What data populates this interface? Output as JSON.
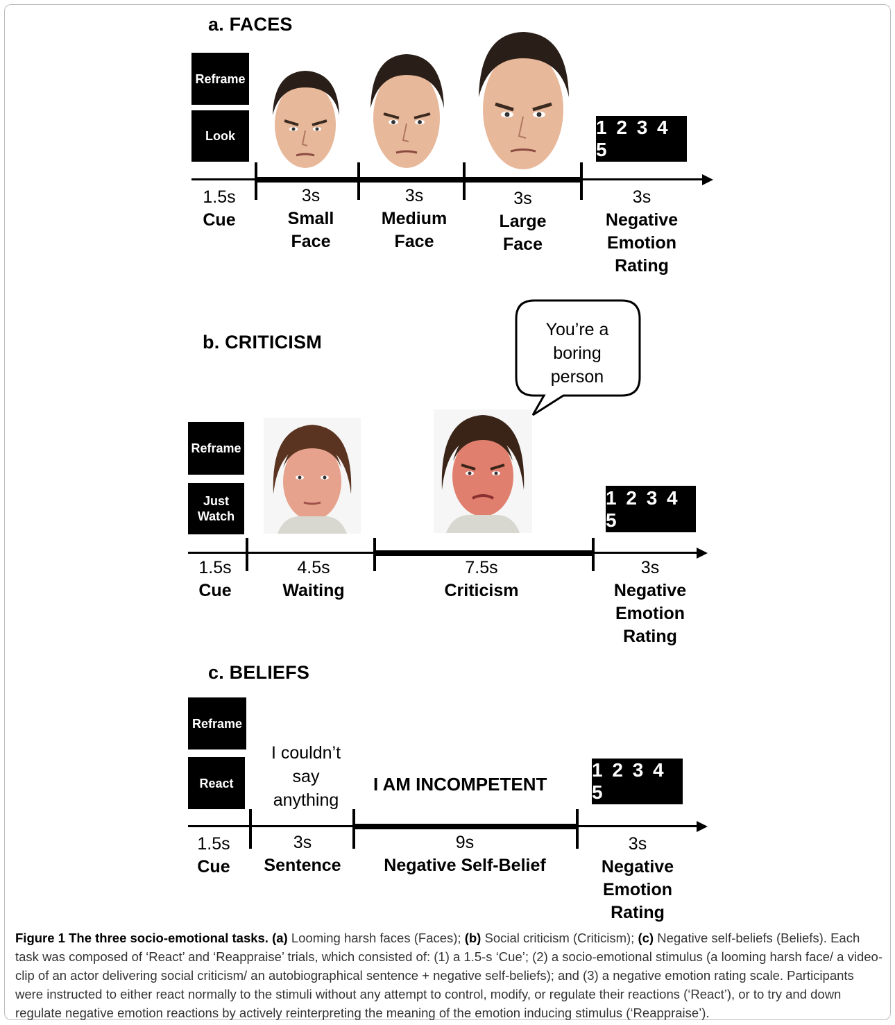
{
  "panels": {
    "a": {
      "title": "a. FACES",
      "cues": [
        "Reframe",
        "Look"
      ],
      "rating": "1 2 3 4 5",
      "segments": [
        {
          "duration": "1.5s",
          "name": "Cue"
        },
        {
          "duration": "3s",
          "name": "Small Face"
        },
        {
          "duration": "3s",
          "name": "Medium Face"
        },
        {
          "duration": "3s",
          "name": "Large Face"
        },
        {
          "duration": "3s",
          "name": "Negative Emotion Rating"
        }
      ]
    },
    "b": {
      "title": "b. CRITICISM",
      "cues": [
        "Reframe",
        "Just Watch"
      ],
      "bubble": "You’re a boring person",
      "rating": "1 2 3 4 5",
      "segments": [
        {
          "duration": "1.5s",
          "name": "Cue"
        },
        {
          "duration": "4.5s",
          "name": "Waiting"
        },
        {
          "duration": "7.5s",
          "name": "Criticism"
        },
        {
          "duration": "3s",
          "name": "Negative Emotion Rating"
        }
      ]
    },
    "c": {
      "title": "c. BELIEFS",
      "cues": [
        "Reframe",
        "React"
      ],
      "sentence": "I couldn’t say anything",
      "belief": "I AM INCOMPETENT",
      "rating": "1 2 3 4 5",
      "segments": [
        {
          "duration": "1.5s",
          "name": "Cue"
        },
        {
          "duration": "3s",
          "name": "Sentence"
        },
        {
          "duration": "9s",
          "name": "Negative Self-Belief"
        },
        {
          "duration": "3s",
          "name": "Negative Emotion Rating"
        }
      ]
    }
  },
  "caption": {
    "label": "Figure 1 The three socio-emotional tasks.",
    "a_tag": "(a)",
    "a_text": " Looming harsh faces (Faces); ",
    "b_tag": "(b)",
    "b_text": " Social criticism (Criticism); ",
    "c_tag": "(c)",
    "c_text": " Negative self-beliefs (Beliefs). Each task was composed of ‘React’ and ‘Reappraise’ trials, which consisted of: (1) a 1.5-s ‘Cue’; (2) a socio-emotional stimulus (a looming harsh face/ a video-clip of an actor delivering social criticism/ an autobiographical sentence + negative self-beliefs); and (3) a negative emotion rating scale. Participants were instructed to either react normally to the stimuli without any attempt to control, modify, or regulate their reactions (‘React’), or to try and down regulate negative emotion reactions by actively reinterpreting the meaning of the emotion inducing stimulus (‘Reappraise’)."
  }
}
